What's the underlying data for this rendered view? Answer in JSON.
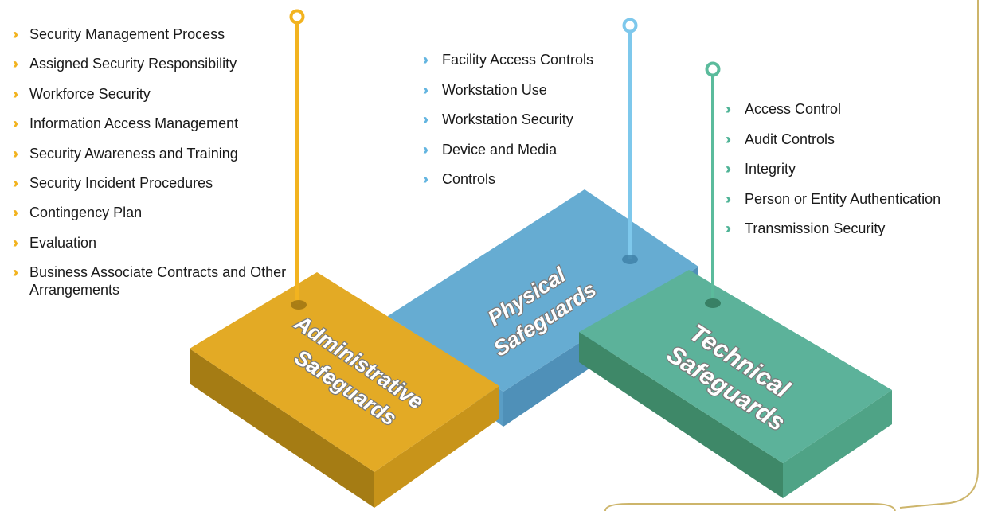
{
  "colors": {
    "administrative": "#e2aa24",
    "physical": "#65a9d1",
    "technical": "#5bb39a",
    "frame": "#cdb56b"
  },
  "administrative": {
    "label_line1": "Administrative",
    "label_line2": "Safeguards",
    "items": [
      "Security Management Process",
      "Assigned Security Responsibility",
      "Workforce Security",
      "Information Access Management",
      "Security Awareness and Training",
      "Security Incident Procedures",
      "Contingency Plan",
      "Evaluation",
      "Business Associate Contracts and Other Arrangements"
    ]
  },
  "physical": {
    "label_line1": "Physical",
    "label_line2": "Safeguards",
    "items": [
      "Facility Access Controls",
      "Workstation Use",
      "Workstation Security",
      "Device and Media",
      "Controls"
    ]
  },
  "technical": {
    "label_line1": "Technical",
    "label_line2": "Safeguards",
    "items": [
      "Access Control",
      "Audit Controls",
      "Integrity",
      "Person or Entity Authentication",
      "Transmission Security"
    ]
  }
}
